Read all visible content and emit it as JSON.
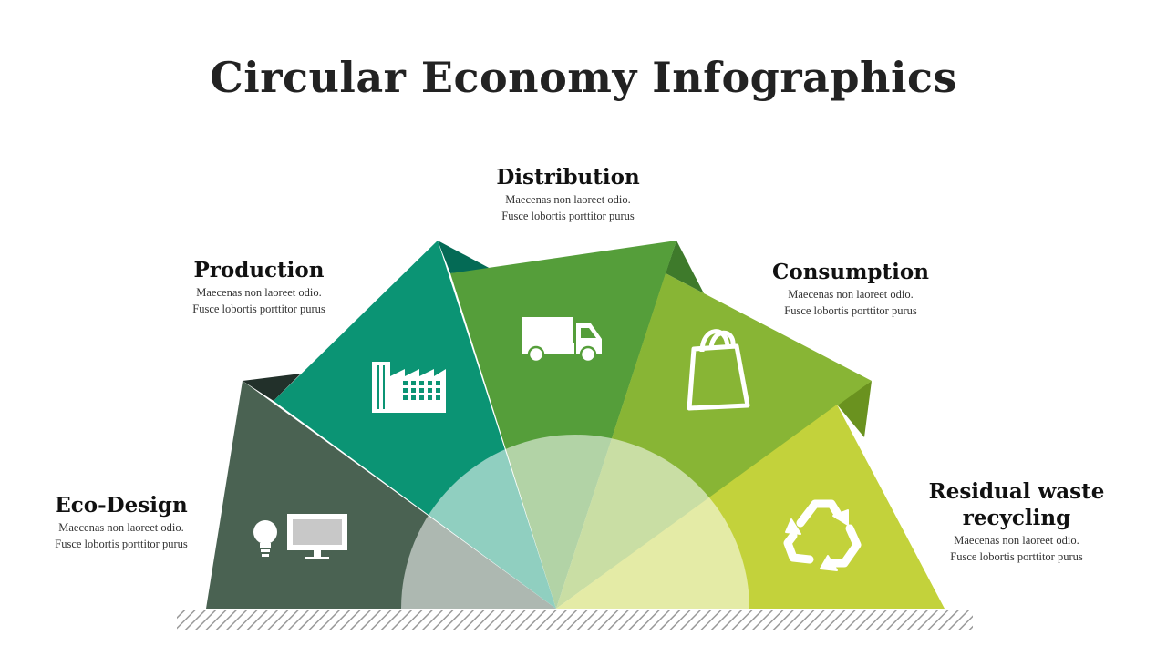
{
  "title": "Circular Economy Infographics",
  "stages": [
    {
      "title": "Eco-Design",
      "line1": "Maecenas non laoreet odio.",
      "line2": "Fusce lobortis porttitor purus",
      "color": "#4a6252",
      "icons": [
        "lightbulb-icon",
        "monitor-icon"
      ]
    },
    {
      "title": "Production",
      "line1": "Maecenas non laoreet odio.",
      "line2": "Fusce lobortis porttitor purus",
      "color": "#0b9474",
      "icons": [
        "factory-icon"
      ]
    },
    {
      "title": "Distribution",
      "line1": "Maecenas non laoreet odio.",
      "line2": "Fusce lobortis porttitor purus",
      "color": "#559e3a",
      "icons": [
        "truck-icon"
      ]
    },
    {
      "title": "Consumption",
      "line1": "Maecenas non laoreet odio.",
      "line2": "Fusce lobortis porttitor purus",
      "color": "#88b535",
      "icons": [
        "shopping-bag-icon"
      ]
    },
    {
      "title_line1": "Residual waste",
      "title_line2": "recycling",
      "line1": "Maecenas non laoreet odio.",
      "line2": "Fusce lobortis porttitor purus",
      "color": "#c3d23b",
      "icons": [
        "recycle-icon"
      ]
    }
  ]
}
